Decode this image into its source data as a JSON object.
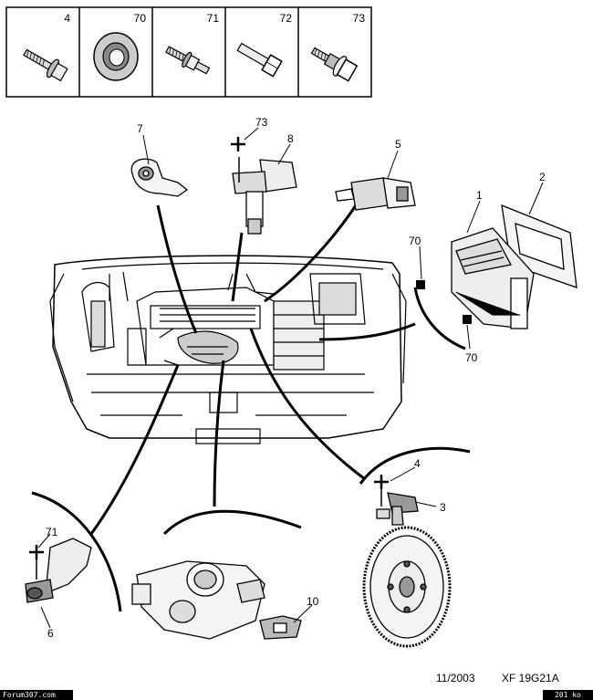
{
  "header_parts": [
    {
      "number": "4",
      "icon": "flange-bolt-icon"
    },
    {
      "number": "70",
      "icon": "washer-icon"
    },
    {
      "number": "71",
      "icon": "stud-bolt-icon"
    },
    {
      "number": "72",
      "icon": "hex-bolt-icon"
    },
    {
      "number": "73",
      "icon": "shoulder-bolt-icon"
    }
  ],
  "callouts": {
    "c1": "1",
    "c2": "2",
    "c3": "3",
    "c4": "4",
    "c5": "5",
    "c6": "6",
    "c7": "7",
    "c8": "8",
    "c10": "10",
    "c70a": "70",
    "c70b": "70",
    "c71": "71",
    "c73": "73"
  },
  "footer": {
    "date": "11/2003",
    "reference": "XF 19G21A",
    "site": "Forum307.com",
    "size": "201 ko"
  }
}
